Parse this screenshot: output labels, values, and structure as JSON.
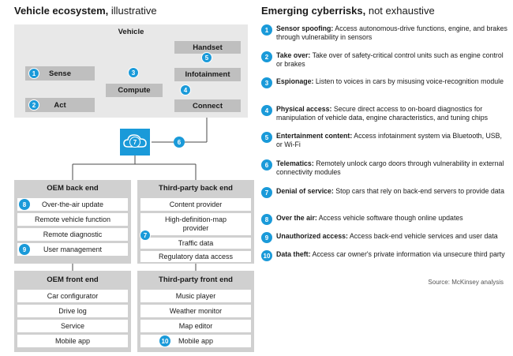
{
  "left_title": {
    "bold": "Vehicle ecosystem,",
    "light": " illustrative"
  },
  "right_title": {
    "bold": "Emerging cyberrisks,",
    "light": " not exhaustive"
  },
  "vehicle": {
    "title": "Vehicle",
    "handset": "Handset",
    "sense": "Sense",
    "act": "Act",
    "compute": "Compute",
    "infotainment": "Infotainment",
    "connect": "Connect"
  },
  "oem_back_end": {
    "title": "OEM back end",
    "items": [
      "Over-the-air update",
      "Remote vehicle function",
      "Remote diagnostic",
      "User management"
    ]
  },
  "third_party_back_end": {
    "title": "Third-party back end",
    "items": [
      "Content provider",
      "High-definition-map provider",
      "Traffic data",
      "Regulatory data access"
    ]
  },
  "oem_front_end": {
    "title": "OEM front end",
    "items": [
      "Car configurator",
      "Drive log",
      "Service",
      "Mobile app"
    ]
  },
  "third_party_front_end": {
    "title": "Third-party front end",
    "items": [
      "Music player",
      "Weather monitor",
      "Map editor",
      "Mobile app"
    ]
  },
  "badges": {
    "n1": "1",
    "n2": "2",
    "n3": "3",
    "n4": "4",
    "n5": "5",
    "n6": "6",
    "n7": "7",
    "n8": "8",
    "n9": "9",
    "n10": "10"
  },
  "risks": [
    {
      "num": "1",
      "title": "Sensor spoofing:",
      "text": " Access autonomous-drive functions, engine, and brakes through vulnerability in sensors"
    },
    {
      "num": "2",
      "title": "Take over:",
      "text": " Take over of safety-critical control units such as engine control or brakes"
    },
    {
      "num": "3",
      "title": "Espionage:",
      "text": " Listen to voices in cars by misusing voice-recognition module"
    },
    {
      "num": "4",
      "title": "Physical access:",
      "text": " Secure direct access to on-board diagnostics for manipulation of vehicle data, engine characteristics, and tuning chips"
    },
    {
      "num": "5",
      "title": "Entertainment content:",
      "text": " Access infotainment system via Bluetooth, USB, or Wi-Fi"
    },
    {
      "num": "6",
      "title": "Telematics:",
      "text": " Remotely unlock cargo doors through vulnerability in external connectivity modules"
    },
    {
      "num": "7",
      "title": "Denial of service:",
      "text": " Stop cars that rely on back-end servers to provide data"
    },
    {
      "num": "8",
      "title": "Over the air:",
      "text": " Access vehicle software though online updates"
    },
    {
      "num": "9",
      "title": "Unauthorized access:",
      "text": " Access back-end vehicle services and user data"
    },
    {
      "num": "10",
      "title": "Data theft:",
      "text": " Access car owner's private information via unsecure third party"
    }
  ],
  "source": "Source: McKinsey analysis",
  "colors": {
    "accent": "#1a9ad9",
    "box": "#bfbfbf",
    "panel": "#d0d0d0",
    "vehicle_bg": "#e8e8e8"
  }
}
